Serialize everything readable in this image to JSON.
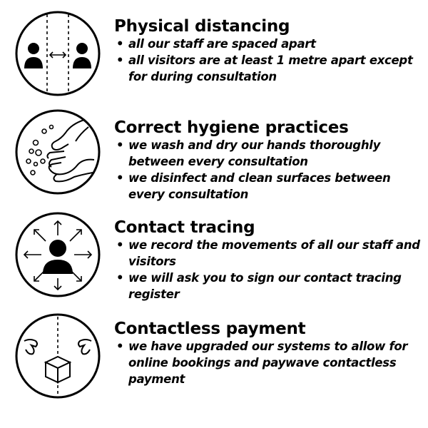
{
  "sections": [
    {
      "icon": "physical-distancing-icon",
      "heading": "Physical  distancing",
      "bullets": [
        "all our staff are spaced apart",
        "all visitors are at least 1 metre apart except for during consultation"
      ]
    },
    {
      "icon": "hand-washing-icon",
      "heading": "Correct hygiene practices",
      "bullets": [
        "we wash and dry our hands thoroughly between every consultation",
        "we disinfect and clean surfaces between every consultation"
      ]
    },
    {
      "icon": "contact-tracing-icon",
      "heading": "Contact tracing",
      "bullets": [
        "we record the movements of all our staff and visitors",
        "we will ask you to sign our contact tracing register"
      ]
    },
    {
      "icon": "contactless-delivery-icon",
      "heading": "Contactless payment",
      "bullets": [
        "we have upgraded our systems to allow for online bookings and paywave contactless payment"
      ]
    }
  ]
}
